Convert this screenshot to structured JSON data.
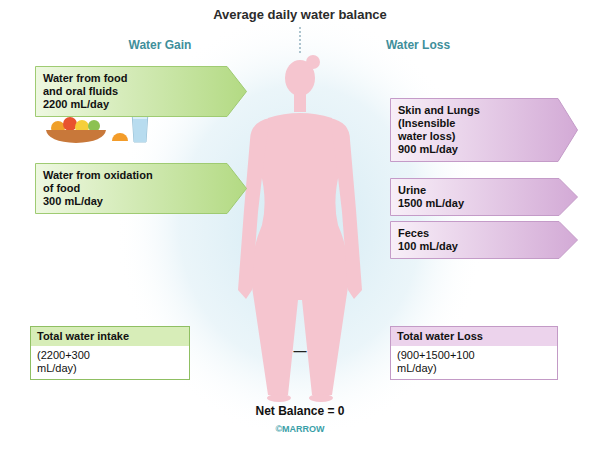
{
  "diagram": {
    "title": "Average daily water balance",
    "nodes": [
      {
        "text": [
          "Water from food and oral fluids",
          "2200 mL/day"
        ]
      },
      {
        "text": [
          "Water from oxidation of food",
          "300 mL/day"
        ]
      },
      {
        "text": [
          "Skin and Lungs",
          "(Insensible water loss)",
          "900 mL/day"
        ]
      },
      {
        "text": [
          "Urine",
          "1500 mL/day"
        ]
      },
      {
        "text": [
          "Feces",
          "100 mL/day"
        ]
      },
      {
        "text": [
          "Total water intake",
          "(2200+300 mL/day)"
        ]
      },
      {
        "text": [
          "Total water Loss",
          "(900+1500+100 mL/day)"
        ]
      }
    ],
    "labels": [
      "Water Gain",
      "Water Loss",
      "—",
      "Net Balance = 0",
      "©MARROW"
    ]
  }
}
